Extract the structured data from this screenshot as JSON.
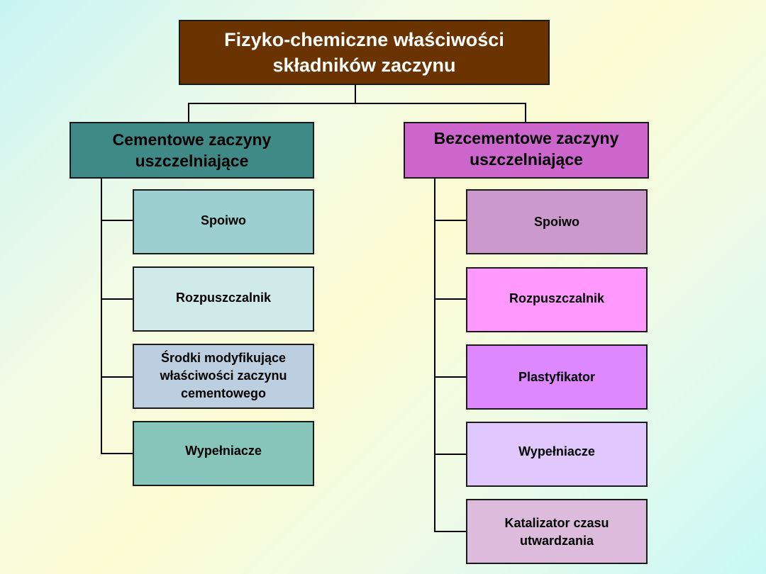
{
  "root": {
    "title_line1": "Fizyko-chemiczne właściwości",
    "title_line2": "składników zaczynu",
    "color": "#6b3300"
  },
  "left": {
    "heading_line1": "Cementowe zaczyny",
    "heading_line2": "uszczelniające",
    "color": "#3f8a86",
    "items": [
      {
        "lines": [
          "Spoiwo"
        ],
        "color": "#9ccfcf"
      },
      {
        "lines": [
          "Rozpuszczalnik"
        ],
        "color": "#d0e9e9"
      },
      {
        "lines": [
          "Środki modyfikujące",
          "właściwości zaczynu",
          "cementowego"
        ],
        "color": "#bccfe0"
      },
      {
        "lines": [
          "Wypełniacze"
        ],
        "color": "#87c5bb"
      }
    ]
  },
  "right": {
    "heading_line1": "Bezcementowe zaczyny",
    "heading_line2": "uszczelniające",
    "color": "#cc66cc",
    "items": [
      {
        "lines": [
          "Spoiwo"
        ],
        "color": "#cc99cc"
      },
      {
        "lines": [
          "Rozpuszczalnik"
        ],
        "color": "#ff99ff"
      },
      {
        "lines": [
          "Plastyfikator"
        ],
        "color": "#dd88ff"
      },
      {
        "lines": [
          "Wypełniacze"
        ],
        "color": "#e0c8ff"
      },
      {
        "lines": [
          "Katalizator czasu",
          "utwardzania"
        ],
        "color": "#ddbbdd"
      }
    ]
  }
}
